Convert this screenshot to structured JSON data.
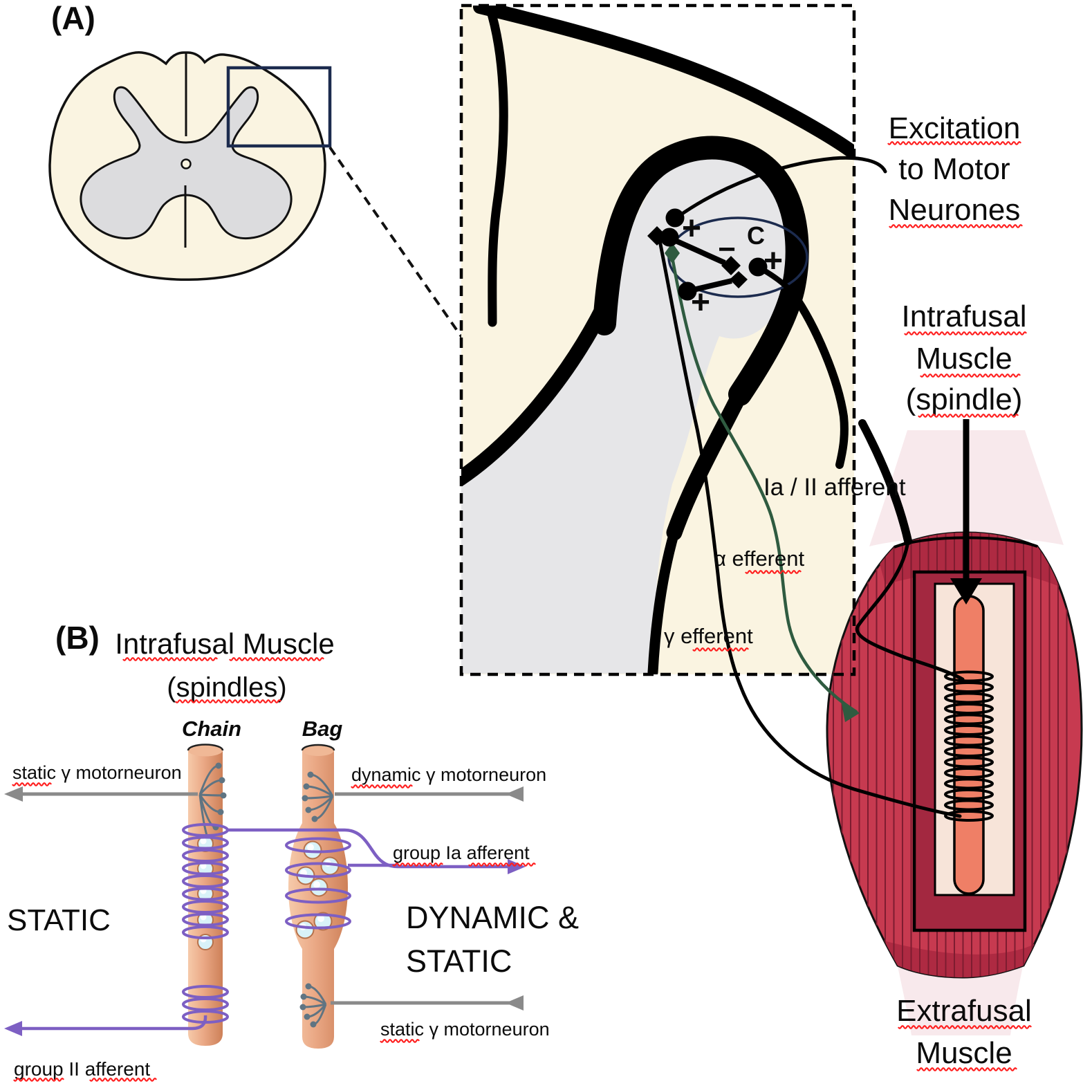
{
  "panel_a": {
    "label": "(A)"
  },
  "inset": {
    "c_label": "C",
    "plus_1": "+",
    "plus_2": "+",
    "plus_3": "+",
    "minus": "−"
  },
  "labels_right": {
    "excitation": [
      "Excitation",
      "to Motor",
      "Neurones"
    ],
    "ia_afferent": "Ia / II afferent",
    "alpha_efferent": "α efferent",
    "gamma_efferent": "γ efferent",
    "intrafusal": [
      "Intrafusal",
      "Muscle",
      "(spindle)"
    ],
    "extrafusal": [
      "Extrafusal",
      "Muscle"
    ]
  },
  "panel_b": {
    "label": "(B)",
    "title": [
      "Intrafusal Muscle",
      "(spindles)"
    ],
    "chain": "Chain",
    "bag": "Bag",
    "static_gamma_left": "static γ motorneuron",
    "dynamic_gamma": "dynamic γ motorneuron",
    "group_ia": "group Ia afferent",
    "static_caps": "STATIC",
    "dynamic_caps": [
      "DYNAMIC &",
      "STATIC"
    ],
    "static_gamma_right": "static γ motorneuron",
    "group_ii": "group II afferent"
  },
  "colors": {
    "accent_navy": "#1c2b4e",
    "red_label": "#e8222a",
    "squiggle_red": "#ff1f1f",
    "muscle_red": "#c73a50",
    "muscle_dark_band": "#ae2a42",
    "striation": "#7e1c30",
    "window_maroon": "#a32840",
    "window_inner": "#f7e4d9",
    "spindle_rod": "#ef7f66",
    "tendon_pink": "#f8e9ec",
    "green_efferent": "#2f5b40",
    "purple_afferent": "#7d5fc3",
    "gray_line": "#8a8a8a",
    "gray_ending": "#5f7482",
    "white_matter_cream": "#faf4e1",
    "gray_matter": "#e6e6e8",
    "fiber_light": "#f6caaa",
    "fiber_mid": "#eaa885",
    "fiber_dark": "#cd8058",
    "nucleus_fill": "#d8f2f8",
    "nucleus_edge": "#b5714a"
  }
}
